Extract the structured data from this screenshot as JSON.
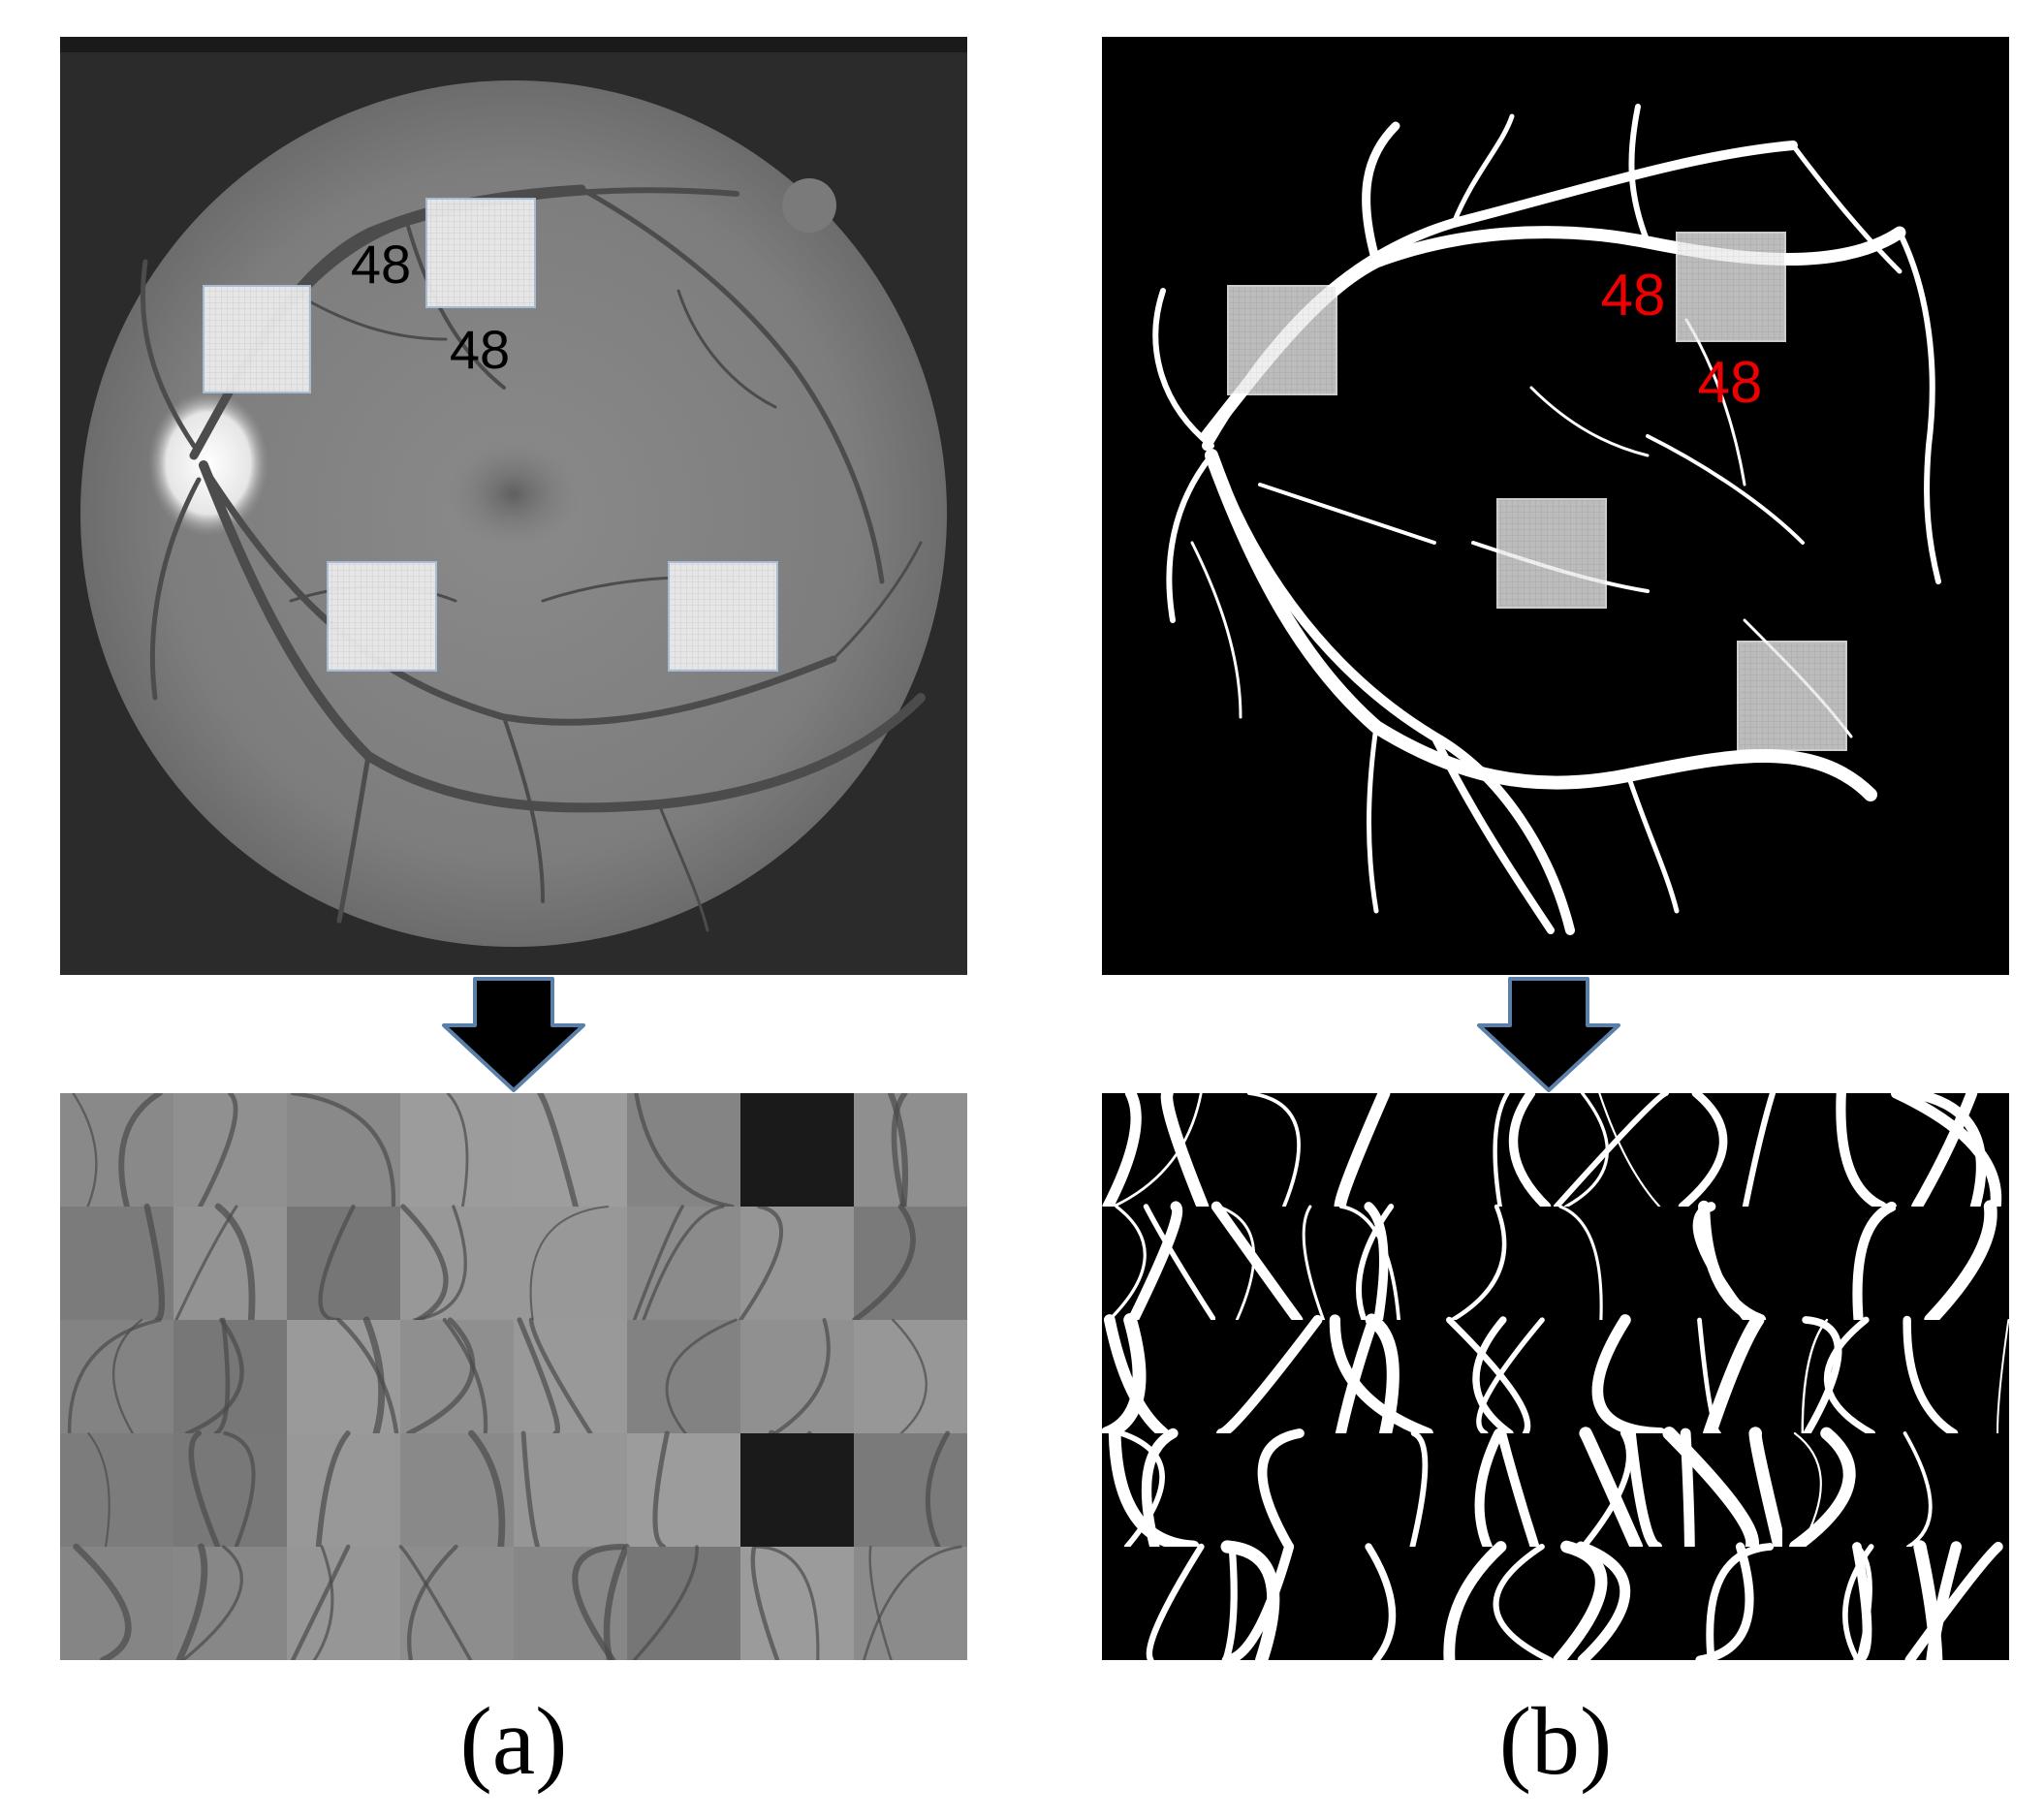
{
  "panels": [
    {
      "id": "a",
      "caption": "(a)",
      "patch_width_label": "48",
      "patch_height_label": "48",
      "label_color": "#000000"
    },
    {
      "id": "b",
      "caption": "(b)",
      "patch_width_label": "48",
      "patch_height_label": "48",
      "label_color": "#ee0000"
    }
  ],
  "grid": {
    "rows": 5,
    "cols": 8
  },
  "colors": {
    "background": "#ffffff",
    "fundus_frame": "#2a2a2a",
    "fundus_disc": "#8a8a8a",
    "vessel_dark": "#4a4a4a",
    "mask_background": "#000000",
    "mask_vessel": "#ffffff",
    "patch_overlay": "#e8e8e8",
    "arrow_fill": "#000000",
    "arrow_outline": "#5a7fa8"
  }
}
